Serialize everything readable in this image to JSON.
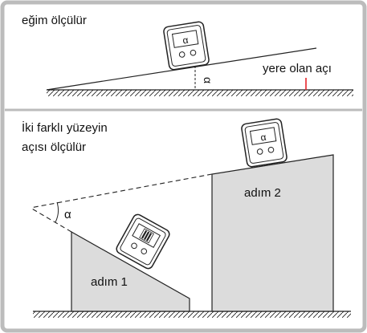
{
  "panel_top": {
    "title": "eğim ölçülür",
    "right_label": "yere olan açı",
    "angle_symbol": "α",
    "device_display": "α"
  },
  "panel_bottom": {
    "title_line1": "İki farklı yüzeyin",
    "title_line2": "açısı ölçülür",
    "angle_symbol": "α",
    "step1_label": "adım 1",
    "step2_label": "adım 2",
    "device2_display": "α"
  },
  "colors": {
    "frame": "#bcbcbc",
    "line": "#222222",
    "block_fill": "#dcdcdc",
    "indicator": "#e8242a"
  }
}
